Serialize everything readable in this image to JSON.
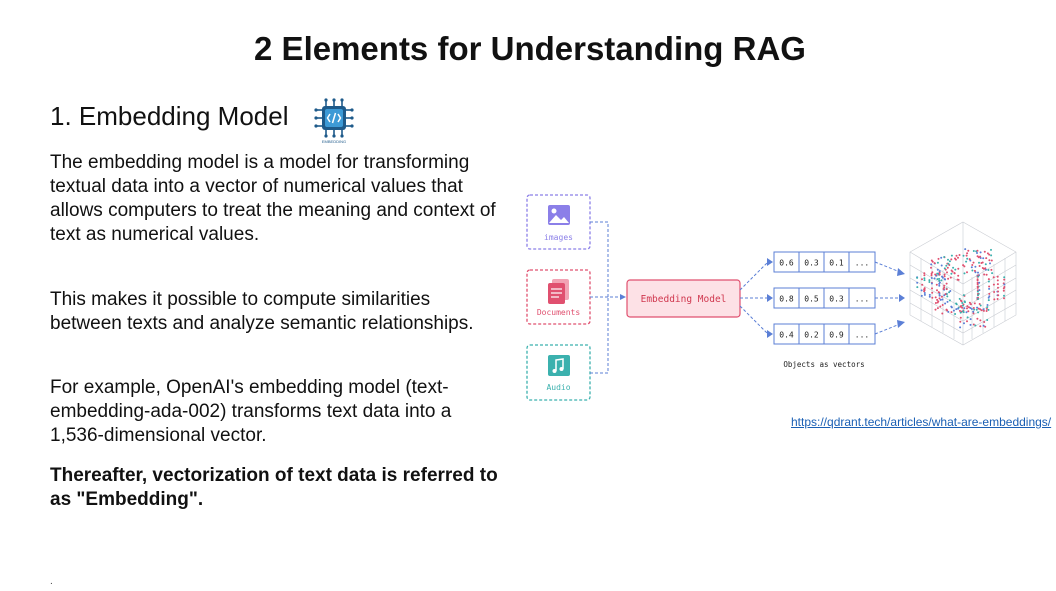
{
  "slide": {
    "title": "2 Elements for Understanding RAG",
    "section_heading": "1. Embedding Model",
    "icon_caption": "EMBEDDING",
    "paragraphs": [
      "The embedding model is a model for transforming textual data into a vector of numerical values that allows computers to treat the meaning and context of text as numerical values.",
      "This makes it possible to compute similarities between texts and analyze semantic relationships.",
      "For example, OpenAI's embedding model (text-embedding-ada-002) transforms text data into a 1,536-dimensional vector.",
      "Thereafter, vectorization of text data is referred to as \"Embedding\"."
    ],
    "footer_mark": "."
  },
  "diagram": {
    "inputs": [
      {
        "label": "images",
        "color": "#8b7fe8"
      },
      {
        "label": "Documents",
        "color": "#e0506f"
      },
      {
        "label": "Audio",
        "color": "#3bb1ae"
      }
    ],
    "model_label": "Embedding Model",
    "vectors": [
      [
        "0.6",
        "0.3",
        "0.1",
        "..."
      ],
      [
        "0.8",
        "0.5",
        "0.3",
        "..."
      ],
      [
        "0.4",
        "0.2",
        "0.9",
        "..."
      ]
    ],
    "vectors_caption": "Objects as vectors",
    "colors": {
      "accent_blue": "#5b7fd6",
      "model_fill": "#fde1e6",
      "model_border": "#e0506f",
      "point_pink": "#e0506f",
      "point_blue": "#5b7fd6",
      "point_teal": "#3bb1ae"
    }
  },
  "source_link": "https://qdrant.tech/articles/what-are-embeddings/"
}
